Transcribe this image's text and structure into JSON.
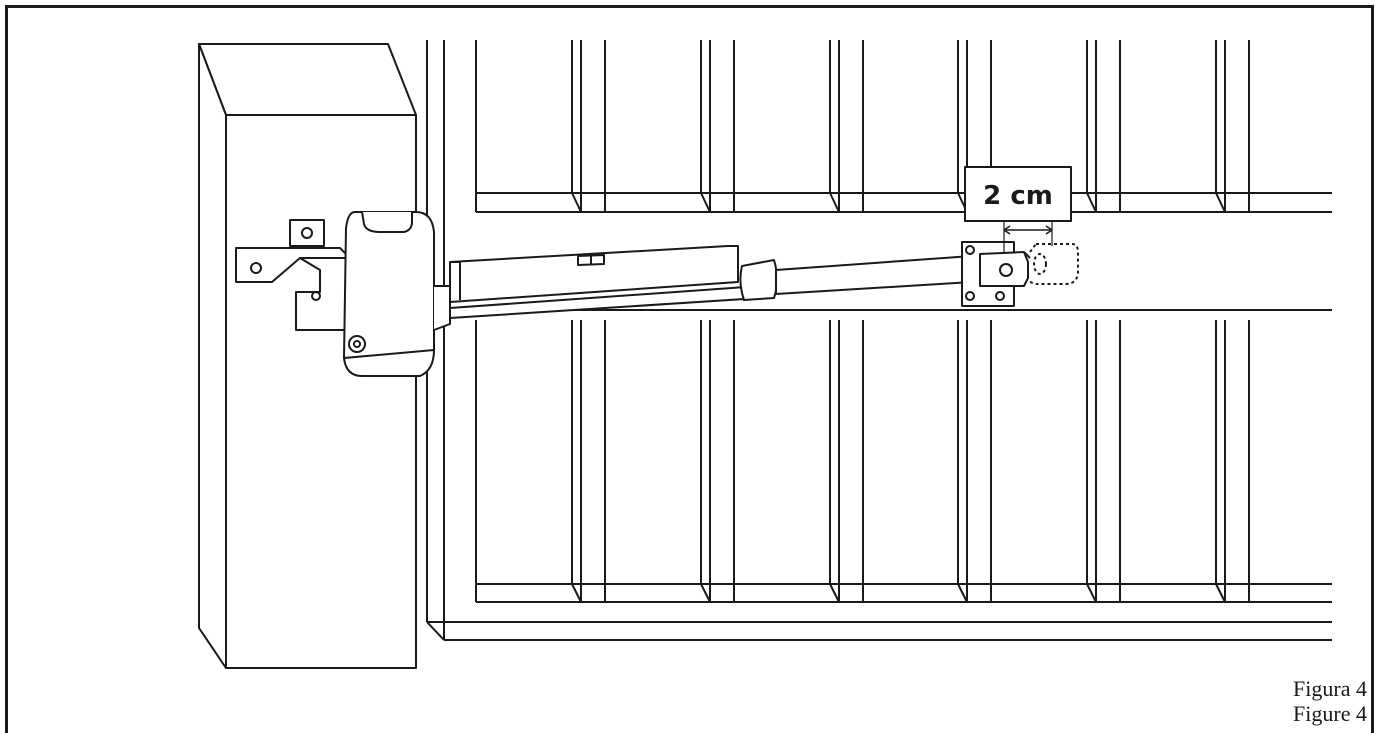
{
  "diagram": {
    "dimension_label": "2 cm",
    "caption_it": "Figura 4",
    "caption_en": "Figure 4"
  },
  "colors": {
    "stroke": "#1a1a1a",
    "background": "#ffffff"
  }
}
